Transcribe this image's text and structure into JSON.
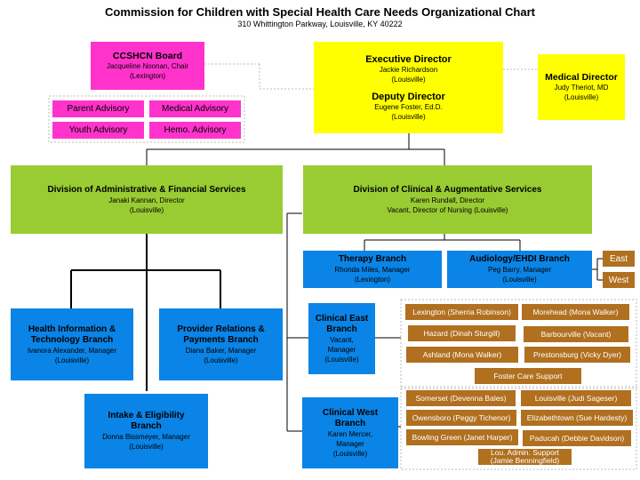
{
  "header": {
    "title": "Commission for Children with Special Health Care Needs Organizational Chart",
    "subtitle": "310 Whittington Parkway, Louisville, KY 40222"
  },
  "board": {
    "title": "CCSHCN Board",
    "line1": "Jacqueline Noonan, Chair",
    "line2": "(Lexington)"
  },
  "advisory": {
    "parent": "Parent Advisory",
    "medical": "Medical Advisory",
    "youth": "Youth Advisory",
    "hemo": "Hemo. Advisory"
  },
  "executive": {
    "title": "Executive Director",
    "name": "Jackie Richardson",
    "loc": "(Louisville)",
    "deputy_title": "Deputy Director",
    "deputy_name": "Eugene Foster, Ed.D.",
    "deputy_loc": "(Louisville)"
  },
  "medical_director": {
    "title": "Medical Director",
    "name": "Judy Theriot, MD",
    "loc": "(Louisville)"
  },
  "division_admin": {
    "title": "Division of Administrative & Financial Services",
    "name": "Janaki Kannan, Director",
    "loc": "(Louisville)"
  },
  "division_clinical": {
    "title": "Division of Clinical & Augmentative Services",
    "name": "Karen Rundall, Director",
    "line2": "Vacant, Director of Nursing (Louisville)"
  },
  "therapy": {
    "title": "Therapy Branch",
    "name": "Rhonda Miles, Manager",
    "loc": "(Lexington)"
  },
  "audiology": {
    "title": "Audiology/EHDI Branch",
    "name": "Peg Barry, Manager",
    "loc": "(Louisville)"
  },
  "audiology_regions": {
    "east": "East",
    "west": "West"
  },
  "health_info": {
    "title1": "Health Information &",
    "title2": "Technology Branch",
    "name": "Ivanora Alexander, Manager",
    "loc": "(Louisville)"
  },
  "provider": {
    "title1": "Provider Relations &",
    "title2": "Payments Branch",
    "name": "Diana Baker, Manager",
    "loc": "(Louisville)"
  },
  "intake": {
    "title1": "Intake & Eligibility",
    "title2": "Branch",
    "name": "Donna Bissmeyer, Manager",
    "loc": "(Louisville)"
  },
  "clinical_east": {
    "title1": "Clinical East",
    "title2": "Branch",
    "name1": "Vacant,",
    "name2": "Manager",
    "loc": "(Louisville)"
  },
  "clinical_west": {
    "title1": "Clinical West",
    "title2": "Branch",
    "name1": "Karen Mercer,",
    "name2": "Manager",
    "loc": "(Louisville)"
  },
  "east_sites": {
    "lexington": "Lexington (Sherria Robinson)",
    "morehead": "Morehead (Mona Walker)",
    "hazard": "Hazard (Dinah Sturgill)",
    "barbourville": "Barbourville (Vacant)",
    "ashland": "Ashland (Mona Walker)",
    "prestonsburg": "Prestonsburg (Vicky Dyer)",
    "foster": "Foster Care Support"
  },
  "west_sites": {
    "somerset": "Somerset (Devenna Bales)",
    "louisville": "Louisville (Judi Sageser)",
    "owensboro": "Owensboro (Peggy Tichenor)",
    "elizabethtown": "Elizabethtown (Sue Hardesty)",
    "bowling_green": "Bowling Green (Janet Harper)",
    "paducah": "Paducah (Debbie Davidson)",
    "lou_admin1": "Lou. Admin. Support",
    "lou_admin2": "(Jamie Benningfield)"
  },
  "colors": {
    "pink": "#ff33cc",
    "yellow": "#ffff00",
    "green": "#99cc33",
    "blue": "#0a84e6",
    "brown": "#b07020"
  }
}
